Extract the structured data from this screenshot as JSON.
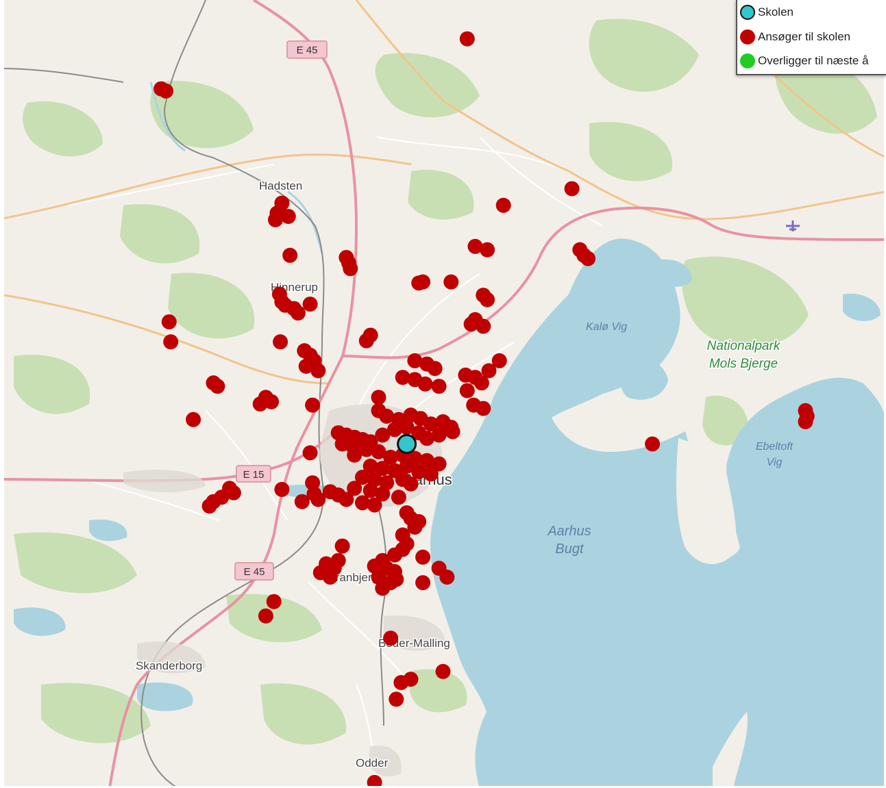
{
  "legend": {
    "items": [
      {
        "label": "Skolen",
        "color": "#34c6cc",
        "border": "#111111"
      },
      {
        "label": "Ansøger til skolen",
        "color": "#c00000",
        "border": "#c00000"
      },
      {
        "label": "Overligger til næste å",
        "color": "#22cc22",
        "border": "#22cc22"
      }
    ]
  },
  "map_labels": {
    "hinnerup": "Hinnerup",
    "hadsten": "Hadsten",
    "aarhus": "Aarhus",
    "tranbjerg": "Tranbjerg",
    "beder_malling": "Beder-Malling",
    "skanderborg": "Skanderborg",
    "odder": "Odder",
    "kalo_vig": "Kalø Vig",
    "nationalpark_line1": "Nationalpark",
    "nationalpark_line2": "Mols Bjerge",
    "ebeltoft_line1": "Ebeltoft",
    "ebeltoft_line2": "Vig",
    "aarhus_bugt_line1": "Aarhus",
    "aarhus_bugt_line2": "Bugt",
    "e45_north": "E 45",
    "e45_south": "E 45",
    "e15": "E 15"
  },
  "colors": {
    "land": "#f2efe9",
    "water": "#aad3df",
    "forest": "#add19e",
    "motorway": "#e892a2",
    "primary": "#fcd6a4",
    "railway": "#707070"
  },
  "school": {
    "lat": 56.17,
    "lon": 10.205
  },
  "applicants": [
    {
      "lat": 56.535,
      "lon": 10.28
    },
    {
      "lat": 56.49,
      "lon": 9.9
    },
    {
      "lat": 56.488,
      "lon": 9.906
    },
    {
      "lat": 56.4,
      "lon": 10.41
    },
    {
      "lat": 56.385,
      "lon": 10.325
    },
    {
      "lat": 56.387,
      "lon": 10.05
    },
    {
      "lat": 56.378,
      "lon": 10.044
    },
    {
      "lat": 56.375,
      "lon": 10.058
    },
    {
      "lat": 56.372,
      "lon": 10.042
    },
    {
      "lat": 56.348,
      "lon": 10.29
    },
    {
      "lat": 56.345,
      "lon": 10.305
    },
    {
      "lat": 56.34,
      "lon": 10.06
    },
    {
      "lat": 56.338,
      "lon": 10.13
    },
    {
      "lat": 56.333,
      "lon": 10.133
    },
    {
      "lat": 56.328,
      "lon": 10.135
    },
    {
      "lat": 56.345,
      "lon": 10.42
    },
    {
      "lat": 56.34,
      "lon": 10.425
    },
    {
      "lat": 56.337,
      "lon": 10.43
    },
    {
      "lat": 56.315,
      "lon": 10.22
    },
    {
      "lat": 56.316,
      "lon": 10.225
    },
    {
      "lat": 56.316,
      "lon": 10.26
    },
    {
      "lat": 56.305,
      "lon": 10.047
    },
    {
      "lat": 56.298,
      "lon": 10.05
    },
    {
      "lat": 56.295,
      "lon": 10.054
    },
    {
      "lat": 56.292,
      "lon": 10.065
    },
    {
      "lat": 56.288,
      "lon": 10.07
    },
    {
      "lat": 56.296,
      "lon": 10.085
    },
    {
      "lat": 56.28,
      "lon": 9.91
    },
    {
      "lat": 56.262,
      "lon": 9.912
    },
    {
      "lat": 56.268,
      "lon": 10.16
    },
    {
      "lat": 56.263,
      "lon": 10.155
    },
    {
      "lat": 56.304,
      "lon": 10.3
    },
    {
      "lat": 56.3,
      "lon": 10.305
    },
    {
      "lat": 56.282,
      "lon": 10.29
    },
    {
      "lat": 56.276,
      "lon": 10.3
    },
    {
      "lat": 56.278,
      "lon": 10.285
    },
    {
      "lat": 56.262,
      "lon": 10.048
    },
    {
      "lat": 56.254,
      "lon": 10.078
    },
    {
      "lat": 56.25,
      "lon": 10.085
    },
    {
      "lat": 56.245,
      "lon": 10.09
    },
    {
      "lat": 56.24,
      "lon": 10.08
    },
    {
      "lat": 56.236,
      "lon": 10.095
    },
    {
      "lat": 56.245,
      "lon": 10.215
    },
    {
      "lat": 56.242,
      "lon": 10.23
    },
    {
      "lat": 56.238,
      "lon": 10.24
    },
    {
      "lat": 56.23,
      "lon": 10.2
    },
    {
      "lat": 56.228,
      "lon": 10.215
    },
    {
      "lat": 56.224,
      "lon": 10.228
    },
    {
      "lat": 56.232,
      "lon": 10.278
    },
    {
      "lat": 56.23,
      "lon": 10.29
    },
    {
      "lat": 56.225,
      "lon": 10.298
    },
    {
      "lat": 56.222,
      "lon": 10.245
    },
    {
      "lat": 56.245,
      "lon": 10.32
    },
    {
      "lat": 56.236,
      "lon": 10.307
    },
    {
      "lat": 56.212,
      "lon": 10.17
    },
    {
      "lat": 56.225,
      "lon": 9.965
    },
    {
      "lat": 56.222,
      "lon": 9.97
    },
    {
      "lat": 56.212,
      "lon": 10.03
    },
    {
      "lat": 56.208,
      "lon": 10.037
    },
    {
      "lat": 56.206,
      "lon": 10.023
    },
    {
      "lat": 56.205,
      "lon": 10.088
    },
    {
      "lat": 56.218,
      "lon": 10.28
    },
    {
      "lat": 56.205,
      "lon": 10.288
    },
    {
      "lat": 56.202,
      "lon": 10.3
    },
    {
      "lat": 56.192,
      "lon": 9.94
    },
    {
      "lat": 56.2,
      "lon": 10.17
    },
    {
      "lat": 56.195,
      "lon": 10.18
    },
    {
      "lat": 56.192,
      "lon": 10.195
    },
    {
      "lat": 56.196,
      "lon": 10.21
    },
    {
      "lat": 56.193,
      "lon": 10.222
    },
    {
      "lat": 56.188,
      "lon": 10.235
    },
    {
      "lat": 56.19,
      "lon": 10.25
    },
    {
      "lat": 56.185,
      "lon": 10.26
    },
    {
      "lat": 56.183,
      "lon": 10.19
    },
    {
      "lat": 56.185,
      "lon": 10.205
    },
    {
      "lat": 56.18,
      "lon": 10.22
    },
    {
      "lat": 56.178,
      "lon": 10.245
    },
    {
      "lat": 56.181,
      "lon": 10.262
    },
    {
      "lat": 56.178,
      "lon": 10.175
    },
    {
      "lat": 56.175,
      "lon": 10.23
    },
    {
      "lat": 56.18,
      "lon": 10.12
    },
    {
      "lat": 56.178,
      "lon": 10.13
    },
    {
      "lat": 56.176,
      "lon": 10.14
    },
    {
      "lat": 56.174,
      "lon": 10.15
    },
    {
      "lat": 56.172,
      "lon": 10.16
    },
    {
      "lat": 56.17,
      "lon": 10.125
    },
    {
      "lat": 56.168,
      "lon": 10.138
    },
    {
      "lat": 56.165,
      "lon": 10.155
    },
    {
      "lat": 56.163,
      "lon": 10.17
    },
    {
      "lat": 56.16,
      "lon": 10.14
    },
    {
      "lat": 56.158,
      "lon": 10.185
    },
    {
      "lat": 56.16,
      "lon": 10.2
    },
    {
      "lat": 56.157,
      "lon": 10.215
    },
    {
      "lat": 56.155,
      "lon": 10.23
    },
    {
      "lat": 56.152,
      "lon": 10.245
    },
    {
      "lat": 56.15,
      "lon": 10.16
    },
    {
      "lat": 56.148,
      "lon": 10.175
    },
    {
      "lat": 56.146,
      "lon": 10.19
    },
    {
      "lat": 56.15,
      "lon": 10.205
    },
    {
      "lat": 56.145,
      "lon": 10.22
    },
    {
      "lat": 56.143,
      "lon": 10.235
    },
    {
      "lat": 56.14,
      "lon": 10.15
    },
    {
      "lat": 56.138,
      "lon": 10.165
    },
    {
      "lat": 56.135,
      "lon": 10.18
    },
    {
      "lat": 56.138,
      "lon": 10.2
    },
    {
      "lat": 56.134,
      "lon": 10.21
    },
    {
      "lat": 56.13,
      "lon": 10.14
    },
    {
      "lat": 56.128,
      "lon": 10.16
    },
    {
      "lat": 56.125,
      "lon": 10.175
    },
    {
      "lat": 56.122,
      "lon": 10.195
    },
    {
      "lat": 56.127,
      "lon": 10.11
    },
    {
      "lat": 56.124,
      "lon": 10.12
    },
    {
      "lat": 56.12,
      "lon": 10.13
    },
    {
      "lat": 56.117,
      "lon": 10.15
    },
    {
      "lat": 56.115,
      "lon": 10.165
    },
    {
      "lat": 56.162,
      "lon": 10.085
    },
    {
      "lat": 56.135,
      "lon": 10.088
    },
    {
      "lat": 56.125,
      "lon": 10.09
    },
    {
      "lat": 56.12,
      "lon": 10.095
    },
    {
      "lat": 56.118,
      "lon": 10.075
    },
    {
      "lat": 56.108,
      "lon": 10.205
    },
    {
      "lat": 56.103,
      "lon": 10.21
    },
    {
      "lat": 56.1,
      "lon": 10.22
    },
    {
      "lat": 56.095,
      "lon": 10.215
    },
    {
      "lat": 56.088,
      "lon": 10.2
    },
    {
      "lat": 56.08,
      "lon": 10.205
    },
    {
      "lat": 56.075,
      "lon": 10.2
    },
    {
      "lat": 56.07,
      "lon": 10.19
    },
    {
      "lat": 56.068,
      "lon": 10.225
    },
    {
      "lat": 56.065,
      "lon": 10.175
    },
    {
      "lat": 56.06,
      "lon": 10.165
    },
    {
      "lat": 56.058,
      "lon": 10.18
    },
    {
      "lat": 56.055,
      "lon": 10.19
    },
    {
      "lat": 56.05,
      "lon": 10.17
    },
    {
      "lat": 56.048,
      "lon": 10.192
    },
    {
      "lat": 56.045,
      "lon": 10.185
    },
    {
      "lat": 56.04,
      "lon": 10.175
    },
    {
      "lat": 56.045,
      "lon": 10.225
    },
    {
      "lat": 56.058,
      "lon": 10.245
    },
    {
      "lat": 56.05,
      "lon": 10.255
    },
    {
      "lat": 56.078,
      "lon": 10.125
    },
    {
      "lat": 56.062,
      "lon": 10.105
    },
    {
      "lat": 56.058,
      "lon": 10.115
    },
    {
      "lat": 56.054,
      "lon": 10.098
    },
    {
      "lat": 56.05,
      "lon": 10.11
    },
    {
      "lat": 56.065,
      "lon": 10.12
    },
    {
      "lat": 56.028,
      "lon": 10.04
    },
    {
      "lat": 56.015,
      "lon": 10.03
    },
    {
      "lat": 56.13,
      "lon": 9.985
    },
    {
      "lat": 56.126,
      "lon": 9.99
    },
    {
      "lat": 56.122,
      "lon": 9.975
    },
    {
      "lat": 56.118,
      "lon": 9.965
    },
    {
      "lat": 56.114,
      "lon": 9.96
    },
    {
      "lat": 56.129,
      "lon": 10.05
    },
    {
      "lat": 55.995,
      "lon": 10.185
    },
    {
      "lat": 55.965,
      "lon": 10.25
    },
    {
      "lat": 55.958,
      "lon": 10.21
    },
    {
      "lat": 55.955,
      "lon": 10.198
    },
    {
      "lat": 55.94,
      "lon": 10.192
    },
    {
      "lat": 55.865,
      "lon": 10.165
    },
    {
      "lat": 56.17,
      "lon": 10.51
    },
    {
      "lat": 56.2,
      "lon": 10.7
    },
    {
      "lat": 56.195,
      "lon": 10.702
    },
    {
      "lat": 56.19,
      "lon": 10.7
    }
  ]
}
